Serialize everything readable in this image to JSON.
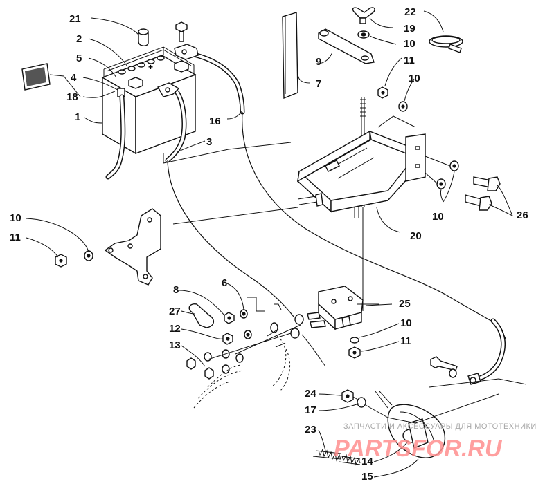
{
  "callouts": [
    "1",
    "2",
    "3",
    "4",
    "5",
    "6",
    "7",
    "8",
    "9",
    "10",
    "11",
    "12",
    "13",
    "14",
    "15",
    "16",
    "17",
    "18",
    "20",
    "21",
    "22",
    "23",
    "24",
    "25",
    "26",
    "27"
  ],
  "watermark": {
    "tagline": "ЗАПЧАСТИ И АКСЕССУАРЫ ДЛЯ МОТОТЕХНИКИ",
    "logo": "PARTSFOR.RU",
    "color": "#ff8f8f"
  },
  "icons": [
    "battery-icon",
    "battery-box-icon",
    "solenoid-icon",
    "bracket-icon",
    "starter-motor-icon",
    "bolt-icon",
    "nut-icon",
    "washer-icon",
    "cable-icon",
    "strap-icon",
    "clamp-icon",
    "decal-icon",
    "boot-icon",
    "spring-icon"
  ]
}
